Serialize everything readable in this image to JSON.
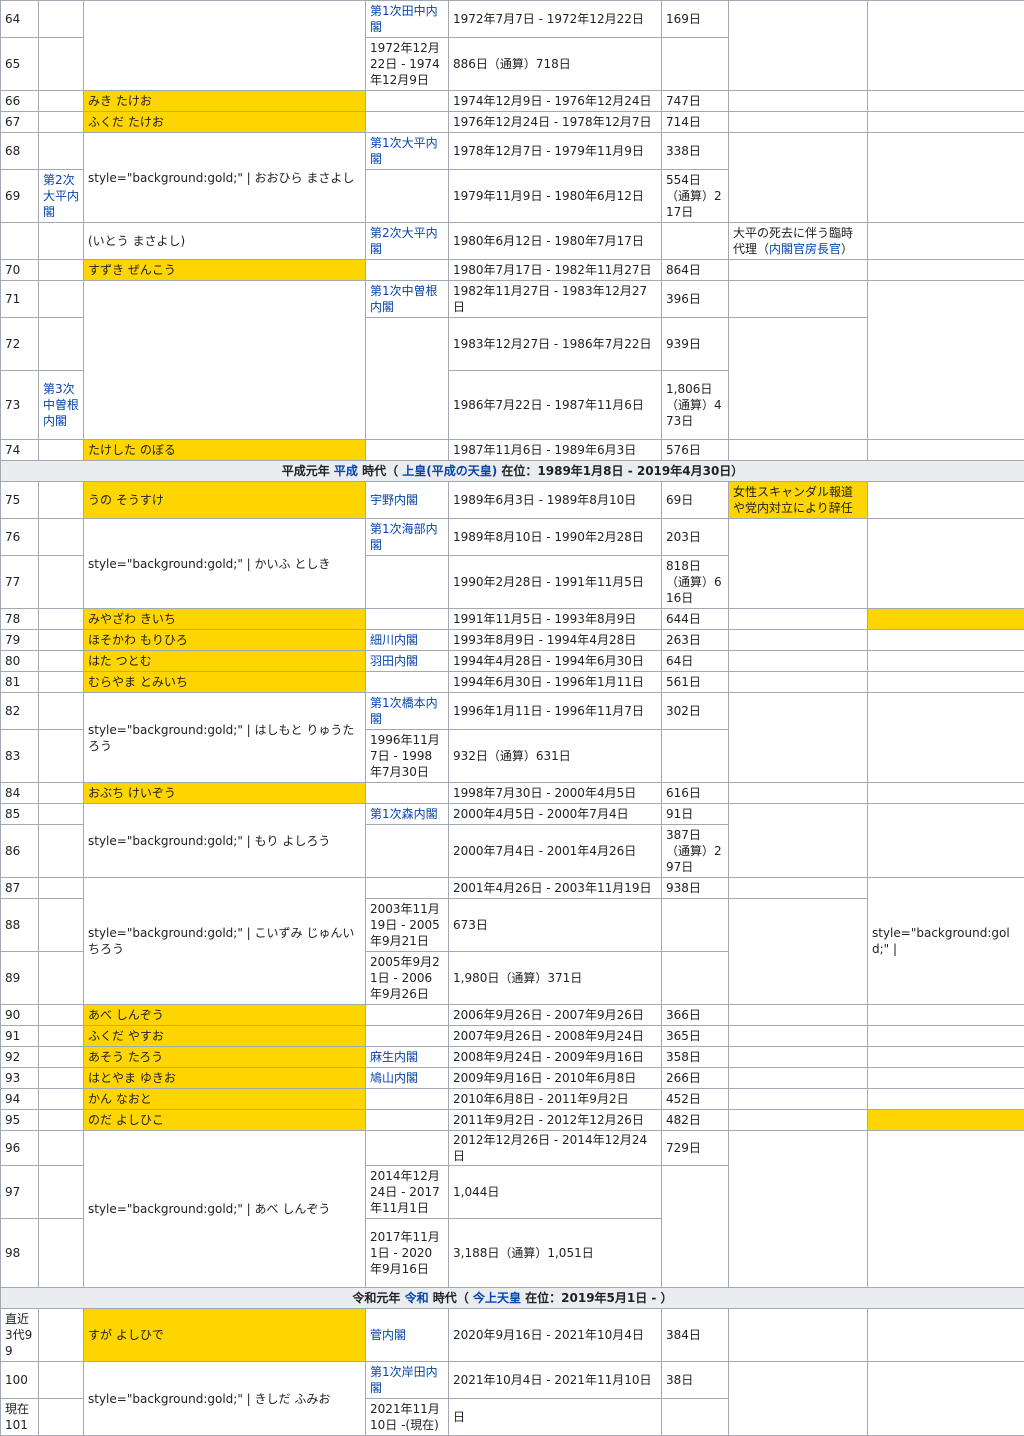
{
  "c": {
    "r64n": "64",
    "r64c": "第1次田中内閣",
    "r64t": "1972年7月7日 - 1972年12月22日",
    "r64d": "169日",
    "r65n": "65",
    "r65t": "1972年12月22日 - 1974年12月9日",
    "r65d": "886日（通算）718日",
    "r66n": "66",
    "r66m": "みき たけお",
    "r66t": "1974年12月9日 - 1976年12月24日",
    "r66d": "747日",
    "r67n": "67",
    "r67m": "ふくだ たけお",
    "r67t": "1976年12月24日 - 1978年12月7日",
    "r67d": "714日",
    "r68n": "68",
    "r68m": "style=\"background:gold;\" | おおひら まさよし",
    "r68c": "第1次大平内閣",
    "r68t": "1978年12月7日 - 1979年11月9日",
    "r68d": "338日",
    "r69n": "69",
    "r69x": "第2次大平内閣",
    "r69t": "1979年11月9日 - 1980年6月12日",
    "r69d": "554日（通算）217日",
    "rtm": "(いとう まさよし)",
    "rtc": "第2次大平内閣",
    "rtt": "1980年6月12日 - 1980年7月17日",
    "rtnote": "大平の死去に伴う臨時代理（",
    "rtlink": "内閣官房長官",
    "rtend": "）",
    "r70n": "70",
    "r70m": "すずき ぜんこう",
    "r70t": "1980年7月17日 - 1982年11月27日",
    "r70d": "864日",
    "r71n": "71",
    "r71c": "第1次中曽根内閣",
    "r71t": "1982年11月27日 - 1983年12月27日",
    "r71d": "396日",
    "r72n": "72",
    "r72t": "1983年12月27日 - 1986年7月22日",
    "r72d": "939日",
    "r73n": "73",
    "r73x": "第3次中曽根内閣",
    "r73t": "1986年7月22日 - 1987年11月6日",
    "r73d": "1,806日（通算）473日",
    "r74n": "74",
    "r74m": "たけした のぼる",
    "r74t": "1987年11月6日 - 1989年6月3日",
    "r74d": "576日",
    "e1a": "平成元年 ",
    "e1b": "平成",
    "e1c": " 時代（ ",
    "e1d": "上皇(平成の天皇)",
    "e1e": " 在位：1989年1月8日 - 2019年4月30日）",
    "r75n": "75",
    "r75m": "うの そうすけ",
    "r75c": "宇野内閣",
    "r75t": "1989年6月3日 - 1989年8月10日",
    "r75d": "69日",
    "r75note": "女性スキャンダル報道や党内対立により辞任",
    "r76n": "76",
    "r76m": "style=\"background:gold;\" | かいふ としき",
    "r76c": "第1次海部内閣",
    "r76t": "1989年8月10日 - 1990年2月28日",
    "r76d": "203日",
    "r77n": "77",
    "r77t": "1990年2月28日 - 1991年11月5日",
    "r77d": "818日（通算）616日",
    "r78n": "78",
    "r78m": "みやざわ きいち",
    "r78t": "1991年11月5日 - 1993年8月9日",
    "r78d": "644日",
    "r79n": "79",
    "r79m": "ほそかわ もりひろ",
    "r79c": "細川内閣",
    "r79t": "1993年8月9日 - 1994年4月28日",
    "r79d": "263日",
    "r80n": "80",
    "r80m": "はた つとむ",
    "r80c": "羽田内閣",
    "r80t": "1994年4月28日 - 1994年6月30日",
    "r80d": "64日",
    "r81n": "81",
    "r81m": "むらやま とみいち",
    "r81t": "1994年6月30日 - 1996年1月11日",
    "r81d": "561日",
    "r82n": "82",
    "r82m": "style=\"background:gold;\" | はしもと りゅうたろう",
    "r82c": "第1次橋本内閣",
    "r82t": "1996年1月11日 - 1996年11月7日",
    "r82d": "302日",
    "r83n": "83",
    "r83t": "1996年11月7日 - 1998年7月30日",
    "r83d": "932日（通算）631日",
    "r84n": "84",
    "r84m": "おぶち けいぞう",
    "r84t": "1998年7月30日 - 2000年4月5日",
    "r84d": "616日",
    "r85n": "85",
    "r85m": "style=\"background:gold;\" | もり よしろう",
    "r85c": "第1次森内閣",
    "r85t": "2000年4月5日 - 2000年7月4日",
    "r85d": "91日",
    "r86n": "86",
    "r86t": "2000年7月4日 - 2001年4月26日",
    "r86d": "387日（通算）297日",
    "r87n": "87",
    "r87m": "style=\"background:gold;\" | こいずみ じゅんいちろう",
    "r87t": "2001年4月26日 - 2003年11月19日",
    "r87d": "938日",
    "r87note": "style=\"background:gold;\" |",
    "r88n": "88",
    "r88t": "2003年11月19日 - 2005年9月21日",
    "r88d": "673日",
    "r89n": "89",
    "r89t": "2005年9月21日 - 2006年9月26日",
    "r89d": "1,980日（通算）371日",
    "r90n": "90",
    "r90m": "あべ しんぞう",
    "r90t": "2006年9月26日 - 2007年9月26日",
    "r90d": "366日",
    "r91n": "91",
    "r91m": "ふくだ やすお",
    "r91t": "2007年9月26日 - 2008年9月24日",
    "r91d": "365日",
    "r92n": "92",
    "r92m": "あそう たろう",
    "r92c": "麻生内閣",
    "r92t": "2008年9月24日 - 2009年9月16日",
    "r92d": "358日",
    "r93n": "93",
    "r93m": "はとやま ゆきお",
    "r93c": "鳩山内閣",
    "r93t": "2009年9月16日 - 2010年6月8日",
    "r93d": "266日",
    "r94n": "94",
    "r94m": "かん なおと",
    "r94t": "2010年6月8日 - 2011年9月2日",
    "r94d": "452日",
    "r95n": "95",
    "r95m": "のだ よしひこ",
    "r95t": "2011年9月2日 - 2012年12月26日",
    "r95d": "482日",
    "r96n": "96",
    "r96m": "style=\"background:gold;\" | あべ しんぞう",
    "r96t": "2012年12月26日 - 2014年12月24日",
    "r96d": "729日",
    "r97n": "97",
    "r97t": "2014年12月24日 - 2017年11月1日",
    "r97d": "1,044日",
    "r98n": "98",
    "r98t": "2017年11月1日 - 2020年9月16日",
    "r98d": "3,188日（通算）1,051日",
    "e2a": "令和元年 ",
    "e2b": "令和",
    "e2c": " 時代（ ",
    "e2d": "今上天皇",
    "e2e": " 在位：2019年5月1日 - ）",
    "r99n": "直近3代99",
    "r99m": "すが よしひで",
    "r99c": "菅内閣",
    "r99t": "2020年9月16日 - 2021年10月4日",
    "r99d": "384日",
    "r100n": "100",
    "r100m": "style=\"background:gold;\" | きしだ ふみお",
    "r100c": "第1次岸田内閣",
    "r100t": "2021年10月4日 - 2021年11月10日",
    "r100d": "38日",
    "r101n": "現在101",
    "r101t": "2021年11月10日 -(現在)",
    "r101d": "日"
  }
}
